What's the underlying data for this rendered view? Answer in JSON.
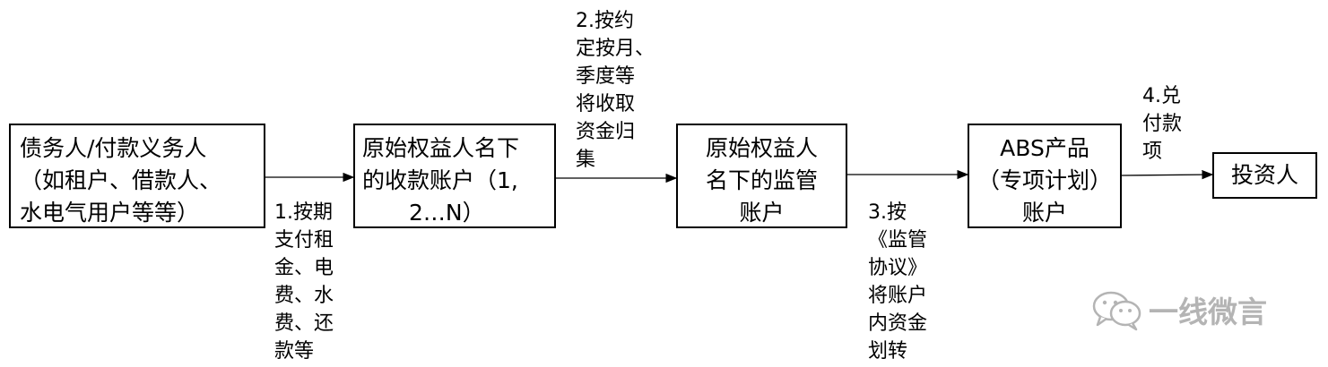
{
  "nodes": {
    "debtor": [
      "债务人/付款义务人",
      "（如租户、借款人、",
      "水电气用户等等）"
    ],
    "collection_account": [
      "原始权益人名下",
      "的收款账户（1,",
      "2…N）"
    ],
    "supervised_account": [
      "原始权益人",
      "名下的监管",
      "账户"
    ],
    "abs_account": [
      "ABS产品",
      "（专项计划）",
      "账户"
    ],
    "investor": [
      "投资人"
    ]
  },
  "edges": {
    "step1": [
      "1.按期",
      "支付租",
      "金、电",
      "费、水",
      "费、还",
      "款等"
    ],
    "step2": [
      "2.按约",
      "定按月、",
      "季度等",
      "将收取",
      "资金归",
      "集"
    ],
    "step3": [
      "3.按",
      "《监管",
      "协议》",
      "将账户",
      "内资金",
      "划转"
    ],
    "step4": [
      "4.兑",
      "付款",
      "项"
    ]
  },
  "watermark": {
    "text": "一线微言",
    "icon": "wechat-icon"
  }
}
